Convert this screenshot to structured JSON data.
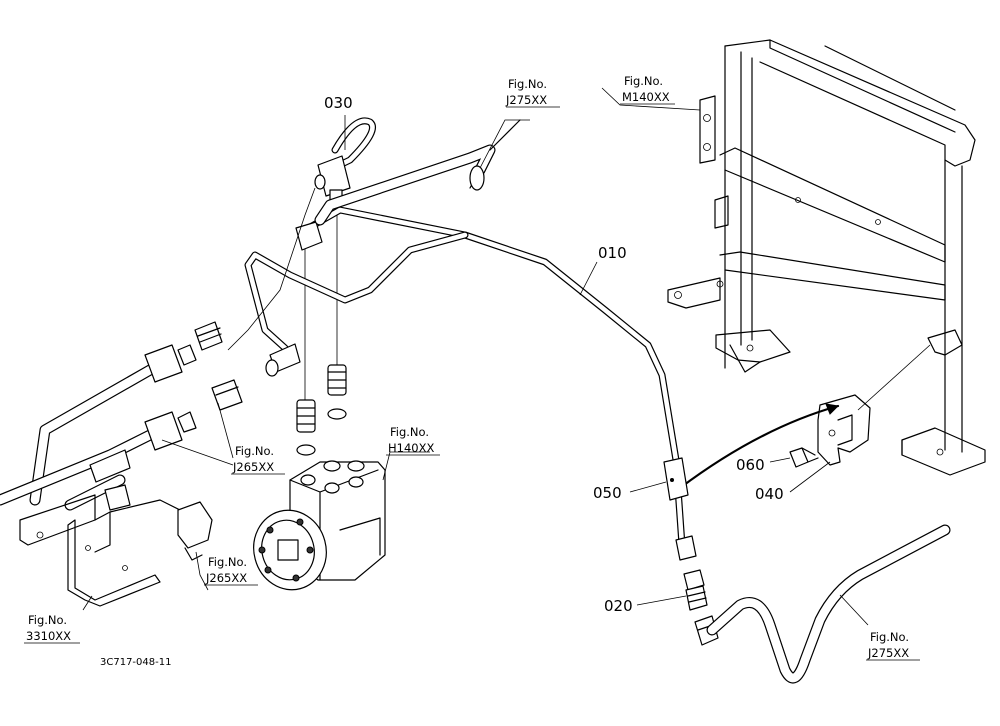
{
  "parts": [
    {
      "number": "010"
    },
    {
      "number": "020"
    },
    {
      "number": "030"
    },
    {
      "number": "040"
    },
    {
      "number": "050"
    },
    {
      "number": "060"
    }
  ],
  "references": [
    {
      "line1": "Fig.No.",
      "line2": "J275XX"
    },
    {
      "line1": "Fig.No.",
      "line2": "M140XX"
    },
    {
      "line1": "Fig.No.",
      "line2": "H140XX"
    },
    {
      "line1": "Fig.No.",
      "line2": "J265XX"
    },
    {
      "line1": "Fig.No.",
      "line2": "J265XX"
    },
    {
      "line1": "Fig.No.",
      "line2": "3310XX"
    },
    {
      "line1": "Fig.No.",
      "line2": "J275XX"
    }
  ],
  "drawing_code": "3C717-048-11"
}
